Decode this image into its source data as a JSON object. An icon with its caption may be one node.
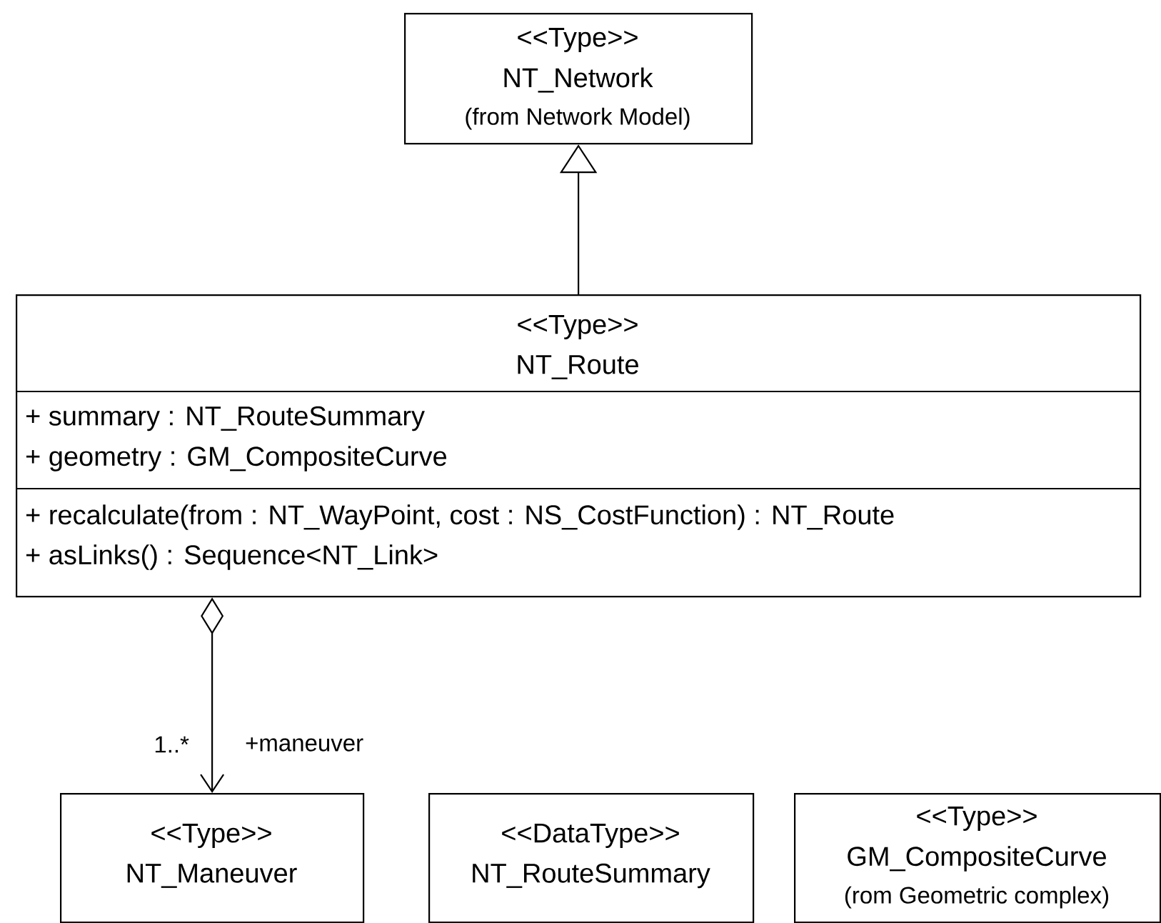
{
  "diagram": {
    "nodes": [
      {
        "text": [
          "<<Type>>",
          "NT_Network",
          "(from Network Model)"
        ]
      },
      {
        "text": [
          "<<Type>>",
          "NT_Route",
          "+ summary : NT_RouteSummary",
          "+ geometry : GM_CompositeCurve",
          "+ recalculate(from : NT_WayPoint, cost : NS_CostFunction) : NT_Route",
          "+ asLinks() : Sequence<NT_Link>"
        ]
      },
      {
        "text": [
          "<<Type>>",
          "NT_Maneuver"
        ]
      },
      {
        "text": [
          "<<DataType>>",
          "NT_RouteSummary"
        ]
      },
      {
        "text": [
          "<<Type>>",
          "GM_CompositeCurve",
          "(rom Geometric complex)"
        ]
      }
    ],
    "edges": [
      {
        "from": 1,
        "to": 0,
        "arrow": "to"
      },
      {
        "from": 1,
        "to": 2,
        "arrow": "to",
        "label": "+maneuver"
      }
    ],
    "labels": [
      "1..*"
    ]
  }
}
